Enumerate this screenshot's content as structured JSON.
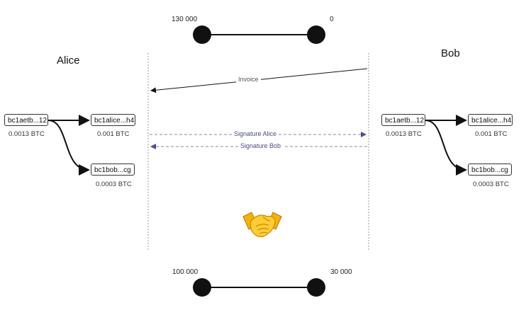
{
  "channel_top": {
    "left_balance": "130 000",
    "right_balance": "0"
  },
  "channel_bottom": {
    "left_balance": "100 000",
    "right_balance": "30 000"
  },
  "alice": {
    "name": "Alice",
    "input": {
      "label": "bc1aetb...12",
      "amount": "0.0013 BTC"
    },
    "outputs": [
      {
        "label": "bc1alice...h4",
        "amount": "0.001 BTC"
      },
      {
        "label": "bc1bob...cg",
        "amount": "0.0003 BTC"
      }
    ]
  },
  "bob": {
    "name": "Bob",
    "input": {
      "label": "bc1aetb...12",
      "amount": "0.0013 BTC"
    },
    "outputs": [
      {
        "label": "bc1alice...h4",
        "amount": "0.001 BTC"
      },
      {
        "label": "bc1bob...cg",
        "amount": "0.0003 BTC"
      }
    ]
  },
  "messages": {
    "invoice": "Invoice",
    "signature_alice": "Signature Alice",
    "signature_bob": "Signature Bob"
  },
  "icons": {
    "agreement": "handshake-icon"
  },
  "colors": {
    "node": "#111111",
    "signature_arrow": "#4a4a9a",
    "lifeline": "#999999"
  }
}
